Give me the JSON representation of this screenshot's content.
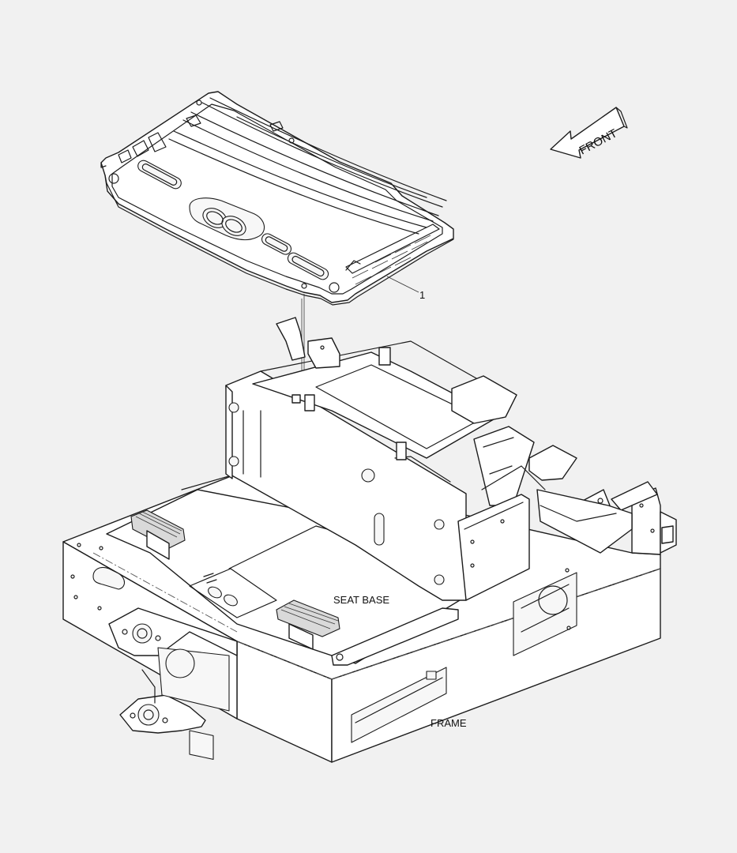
{
  "labels": {
    "front_arrow": "FRONT",
    "callout_1": "1",
    "seat_base": "SEAT BASE",
    "frame": "FRAME"
  },
  "colors": {
    "background": "#f1f1f1",
    "line": "#1c1c1c",
    "part_fill": "#ffffff"
  }
}
